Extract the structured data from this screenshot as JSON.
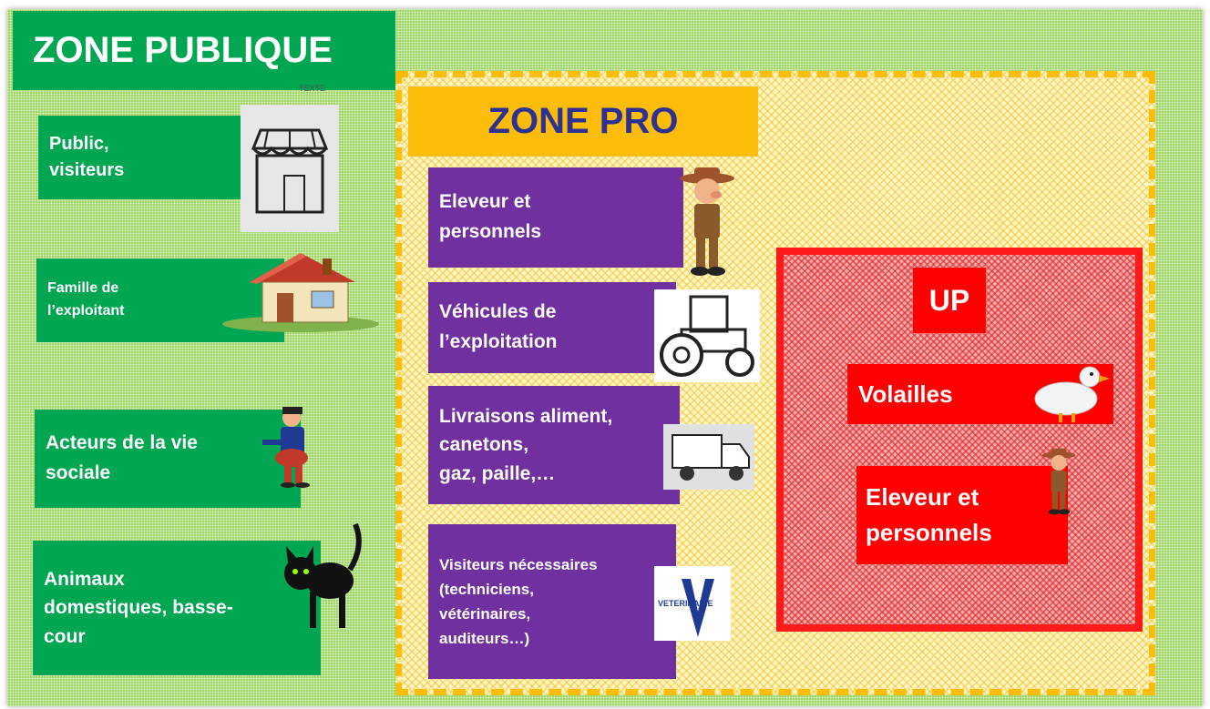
{
  "public_zone": {
    "title": "ZONE PUBLIQUE",
    "tiny_label": "TEXTE",
    "items": [
      {
        "label": "Public,\nvisiteurs",
        "icon": "shop-icon"
      },
      {
        "label": "Famille de\nl’exploitant",
        "icon": "house-icon"
      },
      {
        "label": "Acteurs de la vie\nsociale",
        "icon": "postman-icon"
      },
      {
        "label": "Animaux\ndomestiques, basse-\ncour",
        "icon": "black-cat-icon"
      }
    ]
  },
  "pro_zone": {
    "title": "ZONE PRO",
    "items": [
      {
        "label": "Eleveur et\npersonnels",
        "icon": "farmer-icon"
      },
      {
        "label": "Véhicules de\nl’exploitation",
        "icon": "tractor-icon"
      },
      {
        "label": "Livraisons aliment,\ncanetons,\ngaz, paille,…",
        "icon": "truck-icon"
      },
      {
        "label": "Visiteurs nécessaires\n(techniciens,\nvétérinaires,\nauditeurs…)",
        "icon": "veterinary-logo-icon",
        "logo_text": "VETERINAIRE"
      }
    ]
  },
  "up_zone": {
    "title": "UP",
    "items": [
      {
        "label": "Volailles",
        "icon": "duck-icon"
      },
      {
        "label": "Eleveur et\npersonnels",
        "icon": "farmer-icon"
      }
    ]
  },
  "colors": {
    "public_green": "#00a651",
    "pro_yellow": "#fbbd0a",
    "pro_title_blue": "#2e3192",
    "purple": "#7030a0",
    "up_red": "#ff0000"
  }
}
